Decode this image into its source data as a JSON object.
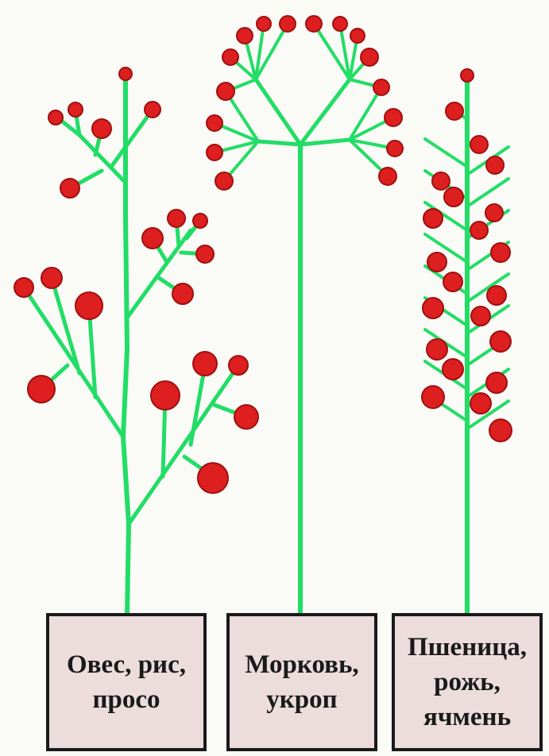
{
  "colors": {
    "stem": "#22dd66",
    "flower": "#dd1f1f",
    "flower_edge": "#a01010",
    "box_fill": "#ecdcdc",
    "box_border": "#1a1a1a",
    "text": "#1a1a1a"
  },
  "plants": [
    {
      "name": "panicle",
      "label_lines": [
        "Овес, рис,",
        "просо"
      ]
    },
    {
      "name": "umbel",
      "label_lines": [
        "Морковь,",
        "укроп"
      ]
    },
    {
      "name": "spike",
      "label_lines": [
        "Пшеница,",
        "рожь,",
        "ячмень"
      ]
    }
  ]
}
